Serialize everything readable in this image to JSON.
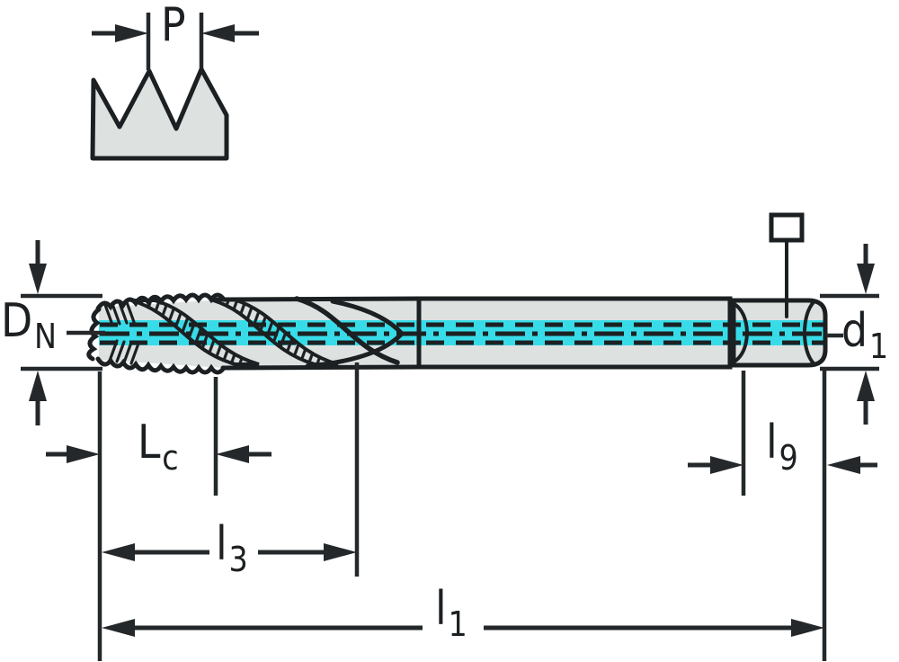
{
  "diagram": {
    "name": "tap-dimension-drawing",
    "colors": {
      "background": "#ffffff",
      "body_fill": "#dde2e1",
      "outline": "#1c2022",
      "centerline_highlight": "#38dce8",
      "dimension_line": "#24282a",
      "symbol_fill": "#ffffff"
    },
    "labels": {
      "pitch": {
        "main": "P",
        "sub": ""
      },
      "nominal_diameter": {
        "main": "D",
        "sub": "N"
      },
      "shank_diameter": {
        "main": "d",
        "sub": "1"
      },
      "chamfer_length": {
        "main": "L",
        "sub": "c"
      },
      "thread_length": {
        "main": "l",
        "sub": "3"
      },
      "overall_length": {
        "main": "l",
        "sub": "1"
      },
      "square_length": {
        "main": "l",
        "sub": "9"
      }
    }
  }
}
